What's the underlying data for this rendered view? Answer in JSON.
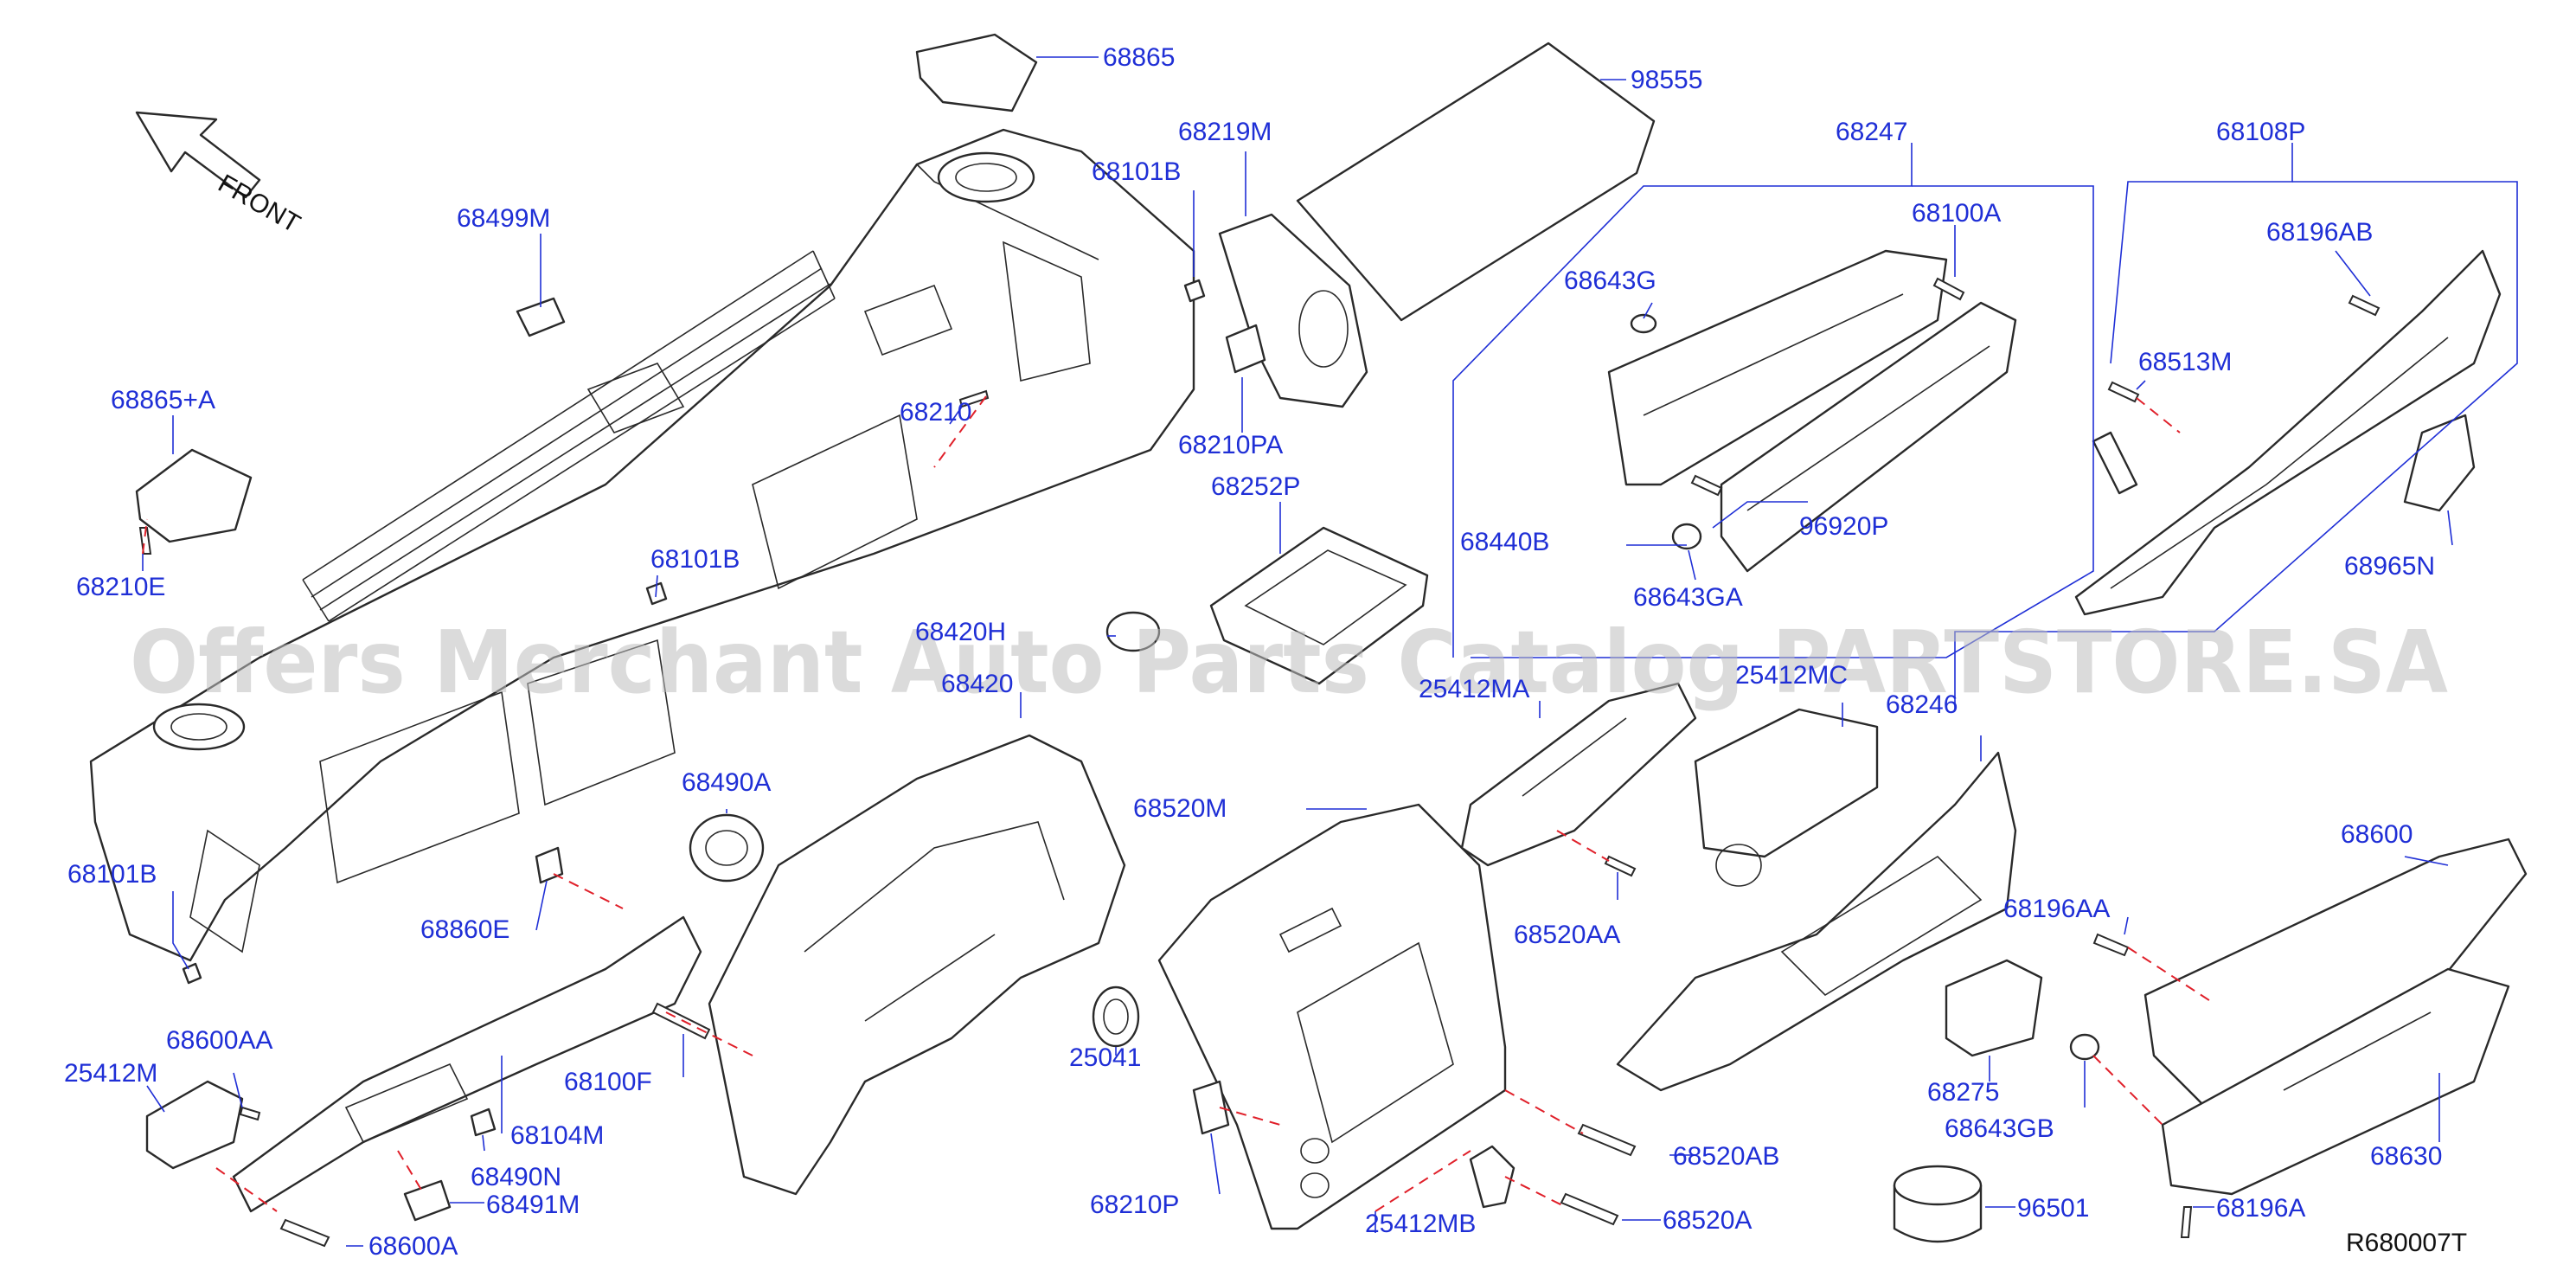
{
  "diagram_code": "R680007T",
  "front_label": "FRONT",
  "watermark": "Offers Merchant Auto Parts Catalog PARTSTORE.SA",
  "callouts": [
    {
      "id": "c01",
      "text": "68865"
    },
    {
      "id": "c02",
      "text": "98555"
    },
    {
      "id": "c03",
      "text": "68219M"
    },
    {
      "id": "c04",
      "text": "68101B"
    },
    {
      "id": "c05",
      "text": "68247"
    },
    {
      "id": "c06",
      "text": "68108P"
    },
    {
      "id": "c07",
      "text": "68499M"
    },
    {
      "id": "c08",
      "text": "68100A"
    },
    {
      "id": "c09",
      "text": "68196AB"
    },
    {
      "id": "c10",
      "text": "68643G"
    },
    {
      "id": "c11",
      "text": "68865+A"
    },
    {
      "id": "c12",
      "text": "68513M"
    },
    {
      "id": "c13",
      "text": "68210"
    },
    {
      "id": "c14",
      "text": "68210PA"
    },
    {
      "id": "c15",
      "text": "68252P"
    },
    {
      "id": "c16",
      "text": "96920P"
    },
    {
      "id": "c17",
      "text": "68440B"
    },
    {
      "id": "c18",
      "text": "68965N"
    },
    {
      "id": "c19",
      "text": "68210E"
    },
    {
      "id": "c20",
      "text": "68101B"
    },
    {
      "id": "c21",
      "text": "68643GA"
    },
    {
      "id": "c22",
      "text": "68420H"
    },
    {
      "id": "c23",
      "text": "68420"
    },
    {
      "id": "c24",
      "text": "25412MA"
    },
    {
      "id": "c25",
      "text": "25412MC"
    },
    {
      "id": "c26",
      "text": "68246"
    },
    {
      "id": "c27",
      "text": "68490A"
    },
    {
      "id": "c28",
      "text": "68520M"
    },
    {
      "id": "c29",
      "text": "68600"
    },
    {
      "id": "c30",
      "text": "68101B"
    },
    {
      "id": "c31",
      "text": "68520AA"
    },
    {
      "id": "c32",
      "text": "68196AA"
    },
    {
      "id": "c33",
      "text": "68860E"
    },
    {
      "id": "c34",
      "text": "68600AA"
    },
    {
      "id": "c35",
      "text": "25041"
    },
    {
      "id": "c36",
      "text": "25412M"
    },
    {
      "id": "c37",
      "text": "68100F"
    },
    {
      "id": "c38",
      "text": "68275"
    },
    {
      "id": "c39",
      "text": "68104M"
    },
    {
      "id": "c40",
      "text": "68643GB"
    },
    {
      "id": "c41",
      "text": "68490N"
    },
    {
      "id": "c42",
      "text": "68520AB"
    },
    {
      "id": "c43",
      "text": "68630"
    },
    {
      "id": "c44",
      "text": "68491M"
    },
    {
      "id": "c45",
      "text": "68210P"
    },
    {
      "id": "c46",
      "text": "96501"
    },
    {
      "id": "c47",
      "text": "68600A"
    },
    {
      "id": "c48",
      "text": "25412MB"
    },
    {
      "id": "c49",
      "text": "68520A"
    },
    {
      "id": "c50",
      "text": "68196A"
    }
  ]
}
